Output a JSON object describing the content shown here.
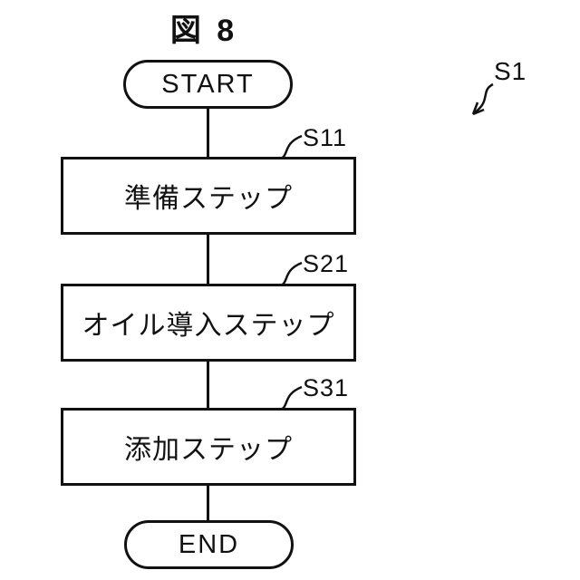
{
  "figure": {
    "title": "図 8",
    "overall_reference": "S1"
  },
  "flowchart": {
    "type": "flowchart",
    "start_label": "START",
    "end_label": "END",
    "steps": [
      {
        "label": "準備ステップ",
        "ref": "S11"
      },
      {
        "label": "オイル導入ステップ",
        "ref": "S21"
      },
      {
        "label": "添加ステップ",
        "ref": "S31"
      }
    ],
    "flow_order": [
      "START",
      "S11",
      "S21",
      "S31",
      "END"
    ]
  },
  "colors": {
    "line": "#111111",
    "background": "#ffffff"
  }
}
